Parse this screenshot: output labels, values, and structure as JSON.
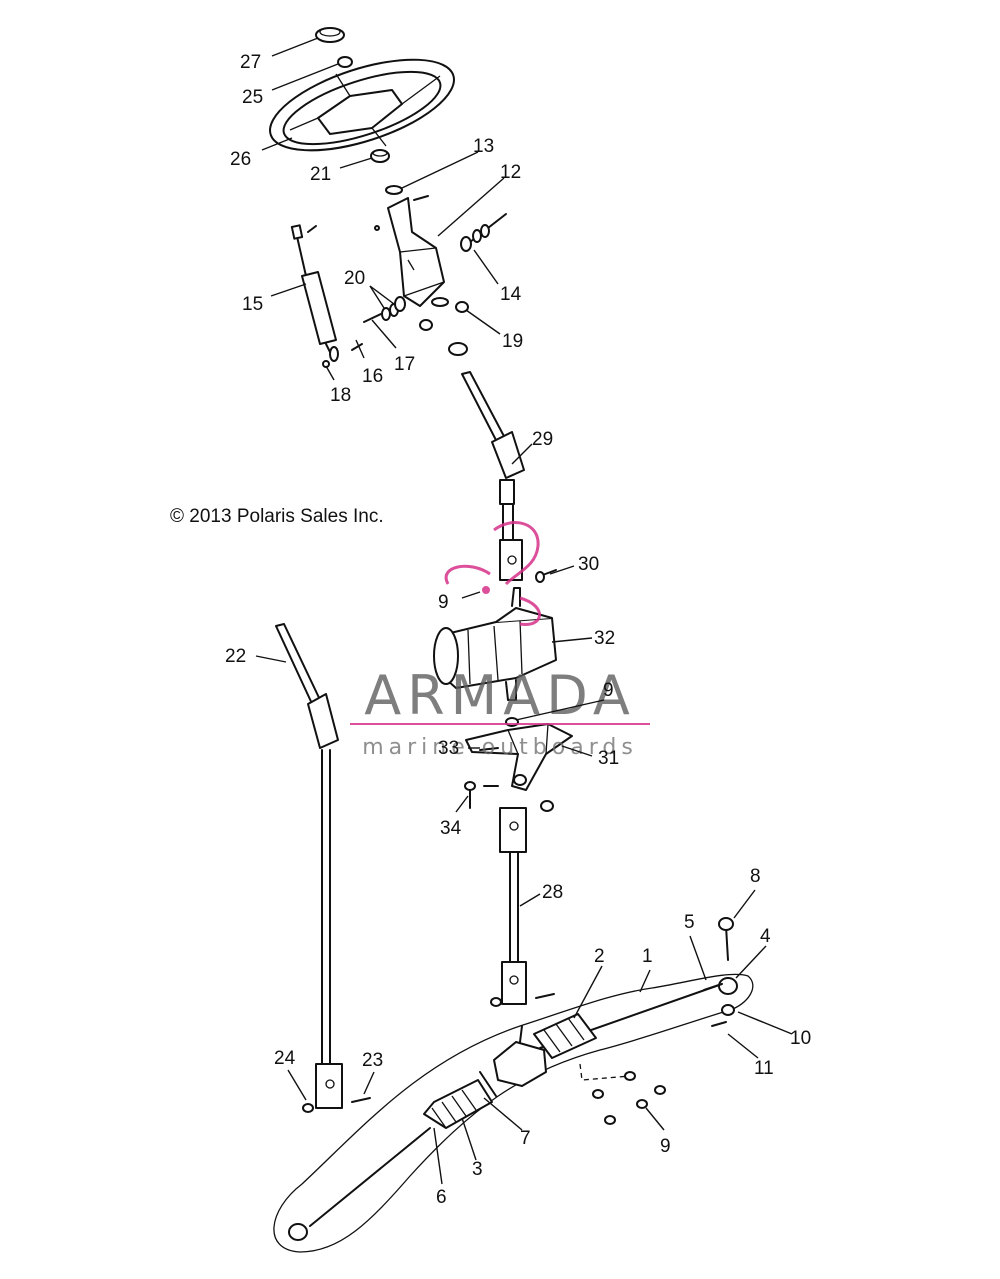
{
  "copyright": "© 2013 Polaris Sales Inc.",
  "watermark": {
    "brand": "ARMADA",
    "tagline": "marine outboards",
    "logo_color": "#d6328a",
    "text_color": "#5a5a5a"
  },
  "callouts": {
    "c1": "1",
    "c2": "2",
    "c3": "3",
    "c4": "4",
    "c5": "5",
    "c6": "6",
    "c7": "7",
    "c8": "8",
    "c9a": "9",
    "c9b": "9",
    "c9c": "9",
    "c10": "10",
    "c11": "11",
    "c12": "12",
    "c13": "13",
    "c14": "14",
    "c15": "15",
    "c16": "16",
    "c17": "17",
    "c18": "18",
    "c19": "19",
    "c20": "20",
    "c21": "21",
    "c22": "22",
    "c23": "23",
    "c24": "24",
    "c25": "25",
    "c26": "26",
    "c27": "27",
    "c28": "28",
    "c29": "29",
    "c30": "30",
    "c31": "31",
    "c32": "32",
    "c33": "33",
    "c34": "34"
  }
}
